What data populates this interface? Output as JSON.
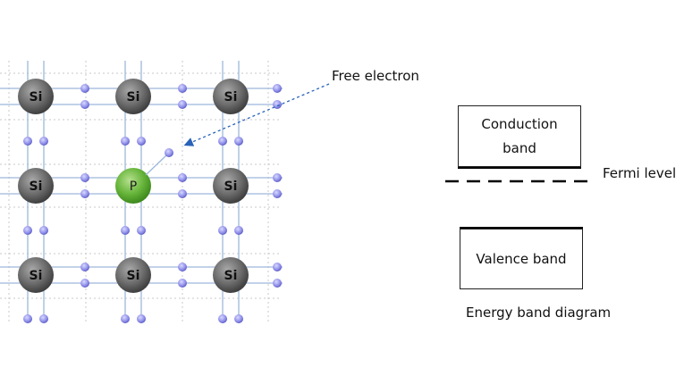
{
  "lattice": {
    "host_atom_label": "Si",
    "dopant_atom_label": "P",
    "atom_colors": {
      "silicon": "#6e6e6e",
      "phosphorus": "#66b43a",
      "electron": "#8c8ce8",
      "bond_line": "#9db8da",
      "grid_dots": "#c9c9c9",
      "arrow": "#2a63b8"
    },
    "annotation": "Free electron"
  },
  "band_diagram": {
    "conduction_band": "Conduction band",
    "fermi_level": "Fermi level",
    "valence_band": "Valence band",
    "caption": "Energy band diagram"
  }
}
